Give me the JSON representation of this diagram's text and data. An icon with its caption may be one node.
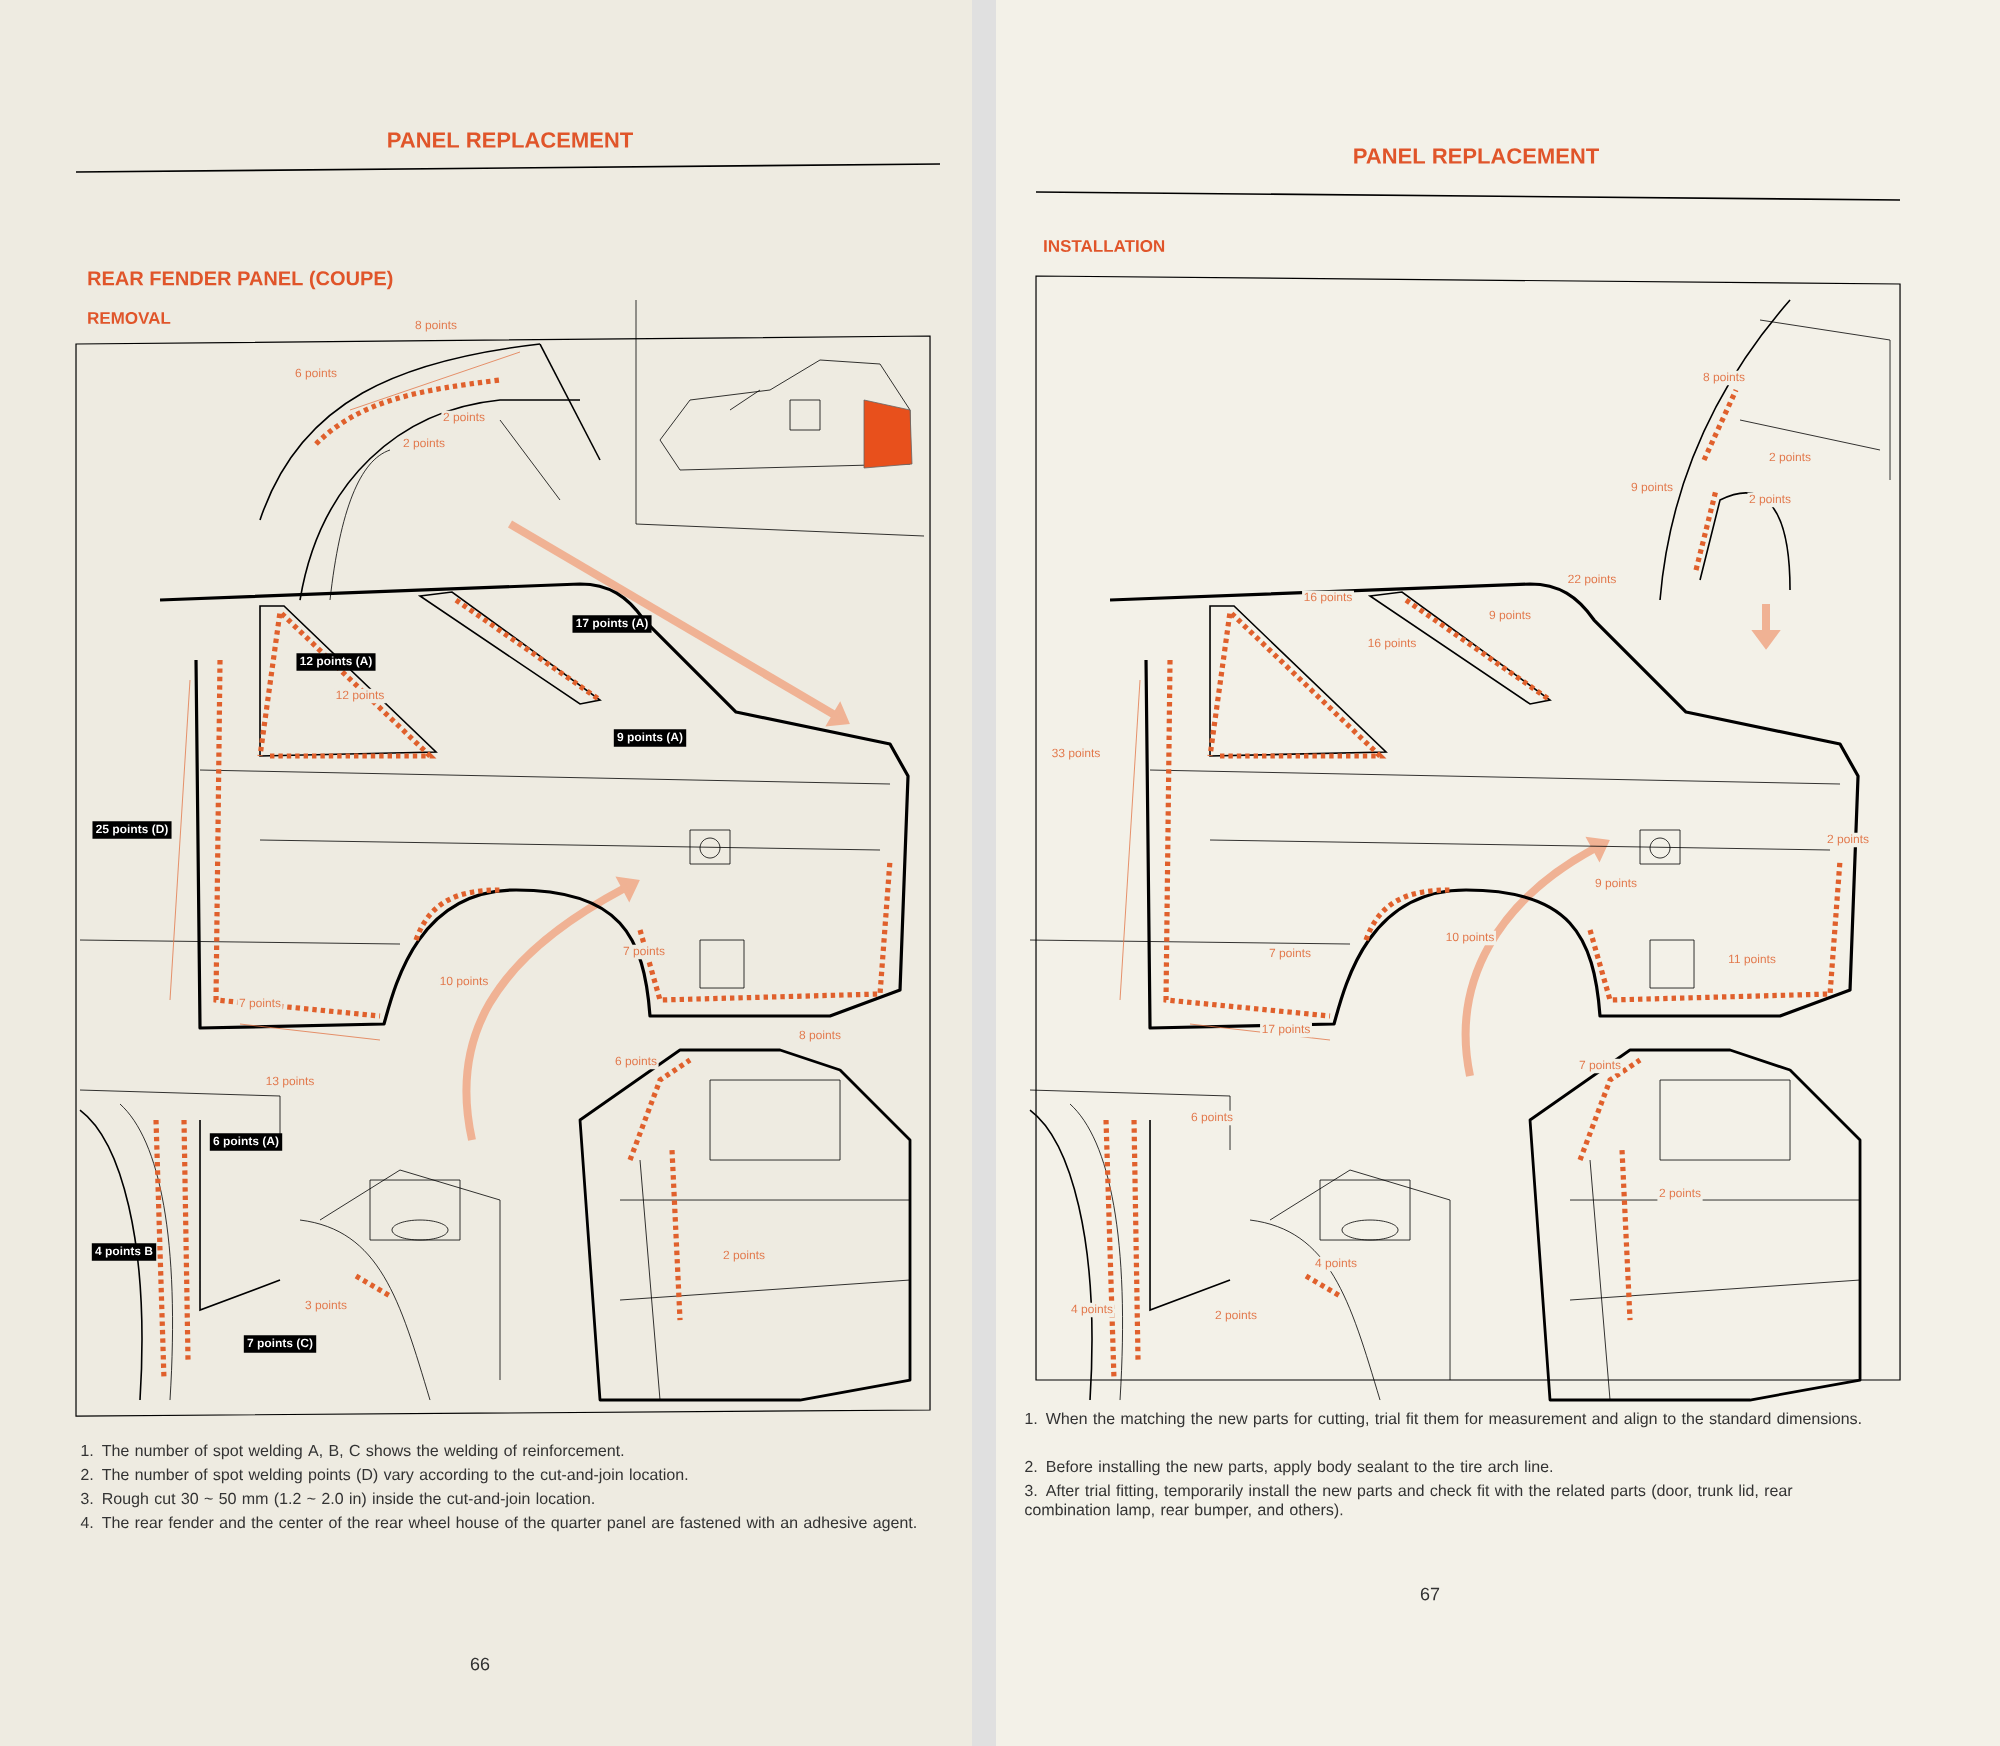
{
  "diagram": {
    "labels": [
      "PANEL REPLACEMENT",
      "REAR FENDER PANEL (COUPE)",
      "REMOVAL",
      "8 points",
      "6 points",
      "2 points",
      "2 points",
      "17 points (A)",
      "12 points (A)",
      "12 points",
      "9 points (A)",
      "25 points (D)",
      "7 points",
      "10 points",
      "7 points",
      "8 points",
      "13 points",
      "6 points",
      "6 points (A)",
      "4 points B",
      "3 points",
      "2 points",
      "7 points (C)",
      "1. The number of spot welding A, B, C shows the welding of reinforcement.",
      "2. The number of spot welding points (D) vary according to the cut-and-join location.",
      "3. Rough cut 30 ~ 50 mm (1.2 ~ 2.0 in) inside the cut-and-join location.",
      "4. The rear fender and the center of the rear wheel house of the quarter panel are fastened with an adhesive agent.",
      "66",
      "PANEL REPLACEMENT",
      "INSTALLATION",
      "8 points",
      "2 points",
      "9 points",
      "2 points",
      "16 points",
      "22 points",
      "16 points",
      "9 points",
      "33 points",
      "2 points",
      "9 points",
      "7 points",
      "10 points",
      "11 points",
      "17 points",
      "7 points",
      "6 points",
      "2 points",
      "4 points",
      "4 points",
      "2 points",
      "1. When the matching the new parts for cutting, trial fit them for measurement and align to the standard dimensions.",
      "2. Before installing the new parts, apply body sealant to the tire arch line.",
      "3. After trial fitting, temporarily install the new parts and check fit with the related parts (door, trunk lid, rear combination lamp, rear bumper, and others).",
      "67"
    ]
  }
}
